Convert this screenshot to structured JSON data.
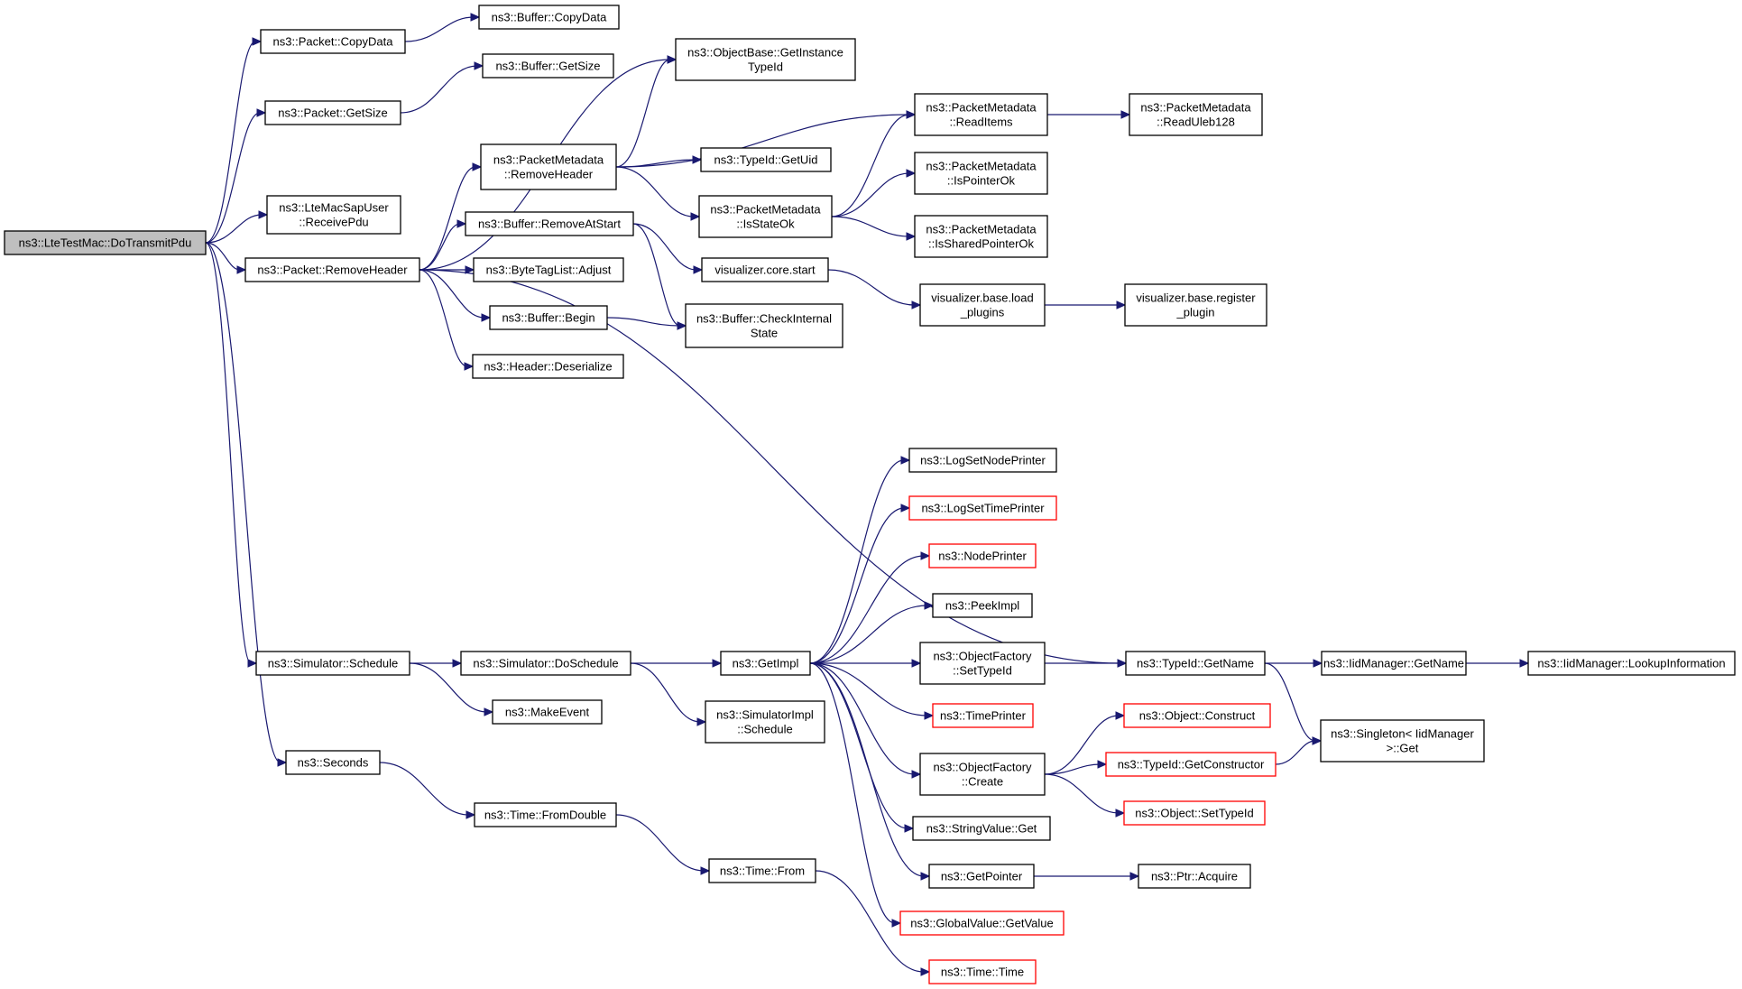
{
  "colors": {
    "edge": "#191970",
    "root_fill": "#bfbfbf",
    "node_fill": "#ffffff",
    "node_border": "#000000",
    "node_border_truncated": "#ff0000"
  },
  "nodes": [
    {
      "id": "root",
      "lines": [
        "ns3::LteTestMac::DoTransmitPdu"
      ],
      "style": "root"
    },
    {
      "id": "pkt_copydata",
      "lines": [
        "ns3::Packet::CopyData"
      ]
    },
    {
      "id": "buf_copydata",
      "lines": [
        "ns3::Buffer::CopyData"
      ]
    },
    {
      "id": "pkt_getsize",
      "lines": [
        "ns3::Packet::GetSize"
      ]
    },
    {
      "id": "buf_getsize",
      "lines": [
        "ns3::Buffer::GetSize"
      ]
    },
    {
      "id": "lte_receive",
      "lines": [
        "ns3::LteMacSapUser",
        "::ReceivePdu"
      ]
    },
    {
      "id": "pkt_removeheader",
      "lines": [
        "ns3::Packet::RemoveHeader"
      ]
    },
    {
      "id": "objbase_gettypeid",
      "lines": [
        "ns3::ObjectBase::GetInstance",
        "TypeId"
      ]
    },
    {
      "id": "pm_removeheader",
      "lines": [
        "ns3::PacketMetadata",
        "::RemoveHeader"
      ]
    },
    {
      "id": "typeid_getuid",
      "lines": [
        "ns3::TypeId::GetUid"
      ]
    },
    {
      "id": "pm_readitems",
      "lines": [
        "ns3::PacketMetadata",
        "::ReadItems"
      ]
    },
    {
      "id": "pm_readuleb",
      "lines": [
        "ns3::PacketMetadata",
        "::ReadUleb128"
      ]
    },
    {
      "id": "pm_ispointerok",
      "lines": [
        "ns3::PacketMetadata",
        "::IsPointerOk"
      ]
    },
    {
      "id": "pm_isstateok",
      "lines": [
        "ns3::PacketMetadata",
        "::IsStateOk"
      ]
    },
    {
      "id": "pm_issharedpointerok",
      "lines": [
        "ns3::PacketMetadata",
        "::IsSharedPointerOk"
      ]
    },
    {
      "id": "buf_removeatstart",
      "lines": [
        "ns3::Buffer::RemoveAtStart"
      ]
    },
    {
      "id": "vis_core_start",
      "lines": [
        "visualizer.core.start"
      ]
    },
    {
      "id": "vis_load_plugins",
      "lines": [
        "visualizer.base.load",
        "_plugins"
      ]
    },
    {
      "id": "vis_register_plugin",
      "lines": [
        "visualizer.base.register",
        "_plugin"
      ]
    },
    {
      "id": "bytetaglist_adjust",
      "lines": [
        "ns3::ByteTagList::Adjust"
      ]
    },
    {
      "id": "buf_begin",
      "lines": [
        "ns3::Buffer::Begin"
      ]
    },
    {
      "id": "buf_checkinternal",
      "lines": [
        "ns3::Buffer::CheckInternal",
        "State"
      ]
    },
    {
      "id": "header_deserialize",
      "lines": [
        "ns3::Header::Deserialize"
      ]
    },
    {
      "id": "log_setnodeprinter",
      "lines": [
        "ns3::LogSetNodePrinter"
      ]
    },
    {
      "id": "log_settimeprinter",
      "lines": [
        "ns3::LogSetTimePrinter"
      ],
      "style": "red"
    },
    {
      "id": "nodeprinter",
      "lines": [
        "ns3::NodePrinter"
      ],
      "style": "red"
    },
    {
      "id": "peekimpl",
      "lines": [
        "ns3::PeekImpl"
      ]
    },
    {
      "id": "sim_schedule",
      "lines": [
        "ns3::Simulator::Schedule"
      ]
    },
    {
      "id": "sim_doschedule",
      "lines": [
        "ns3::Simulator::DoSchedule"
      ]
    },
    {
      "id": "getimpl",
      "lines": [
        "ns3::GetImpl"
      ]
    },
    {
      "id": "objfactory_settypeid",
      "lines": [
        "ns3::ObjectFactory",
        "::SetTypeId"
      ]
    },
    {
      "id": "typeid_getname",
      "lines": [
        "ns3::TypeId::GetName"
      ]
    },
    {
      "id": "iidmgr_getname",
      "lines": [
        "ns3::IidManager::GetName"
      ]
    },
    {
      "id": "iidmgr_lookup",
      "lines": [
        "ns3::IidManager::LookupInformation"
      ]
    },
    {
      "id": "makeevent",
      "lines": [
        "ns3::MakeEvent"
      ]
    },
    {
      "id": "simimpl_schedule",
      "lines": [
        "ns3::SimulatorImpl",
        "::Schedule"
      ]
    },
    {
      "id": "timeprinter",
      "lines": [
        "ns3::TimePrinter"
      ],
      "style": "red"
    },
    {
      "id": "obj_construct",
      "lines": [
        "ns3::Object::Construct"
      ],
      "style": "red"
    },
    {
      "id": "singleton_get",
      "lines": [
        "ns3::Singleton< IidManager",
        " >::Get"
      ]
    },
    {
      "id": "objfactory_create",
      "lines": [
        "ns3::ObjectFactory",
        "::Create"
      ]
    },
    {
      "id": "typeid_getconstructor",
      "lines": [
        "ns3::TypeId::GetConstructor"
      ],
      "style": "red"
    },
    {
      "id": "obj_settypeid",
      "lines": [
        "ns3::Object::SetTypeId"
      ],
      "style": "red"
    },
    {
      "id": "seconds",
      "lines": [
        "ns3::Seconds"
      ]
    },
    {
      "id": "stringvalue_get",
      "lines": [
        "ns3::StringValue::Get"
      ]
    },
    {
      "id": "time_fromdouble",
      "lines": [
        "ns3::Time::FromDouble"
      ]
    },
    {
      "id": "getpointer",
      "lines": [
        "ns3::GetPointer"
      ]
    },
    {
      "id": "ptr_acquire",
      "lines": [
        "ns3::Ptr::Acquire"
      ]
    },
    {
      "id": "time_from",
      "lines": [
        "ns3::Time::From"
      ]
    },
    {
      "id": "globalvalue_getvalue",
      "lines": [
        "ns3::GlobalValue::GetValue"
      ],
      "style": "red"
    },
    {
      "id": "time_time",
      "lines": [
        "ns3::Time::Time"
      ],
      "style": "red"
    }
  ],
  "edges": [
    [
      "root",
      "pkt_copydata"
    ],
    [
      "root",
      "pkt_getsize"
    ],
    [
      "root",
      "lte_receive"
    ],
    [
      "root",
      "pkt_removeheader"
    ],
    [
      "root",
      "sim_schedule"
    ],
    [
      "root",
      "seconds"
    ],
    [
      "pkt_copydata",
      "buf_copydata"
    ],
    [
      "pkt_getsize",
      "buf_getsize"
    ],
    [
      "pkt_removeheader",
      "objbase_gettypeid"
    ],
    [
      "pkt_removeheader",
      "pm_removeheader"
    ],
    [
      "pkt_removeheader",
      "buf_removeatstart"
    ],
    [
      "pkt_removeheader",
      "bytetaglist_adjust"
    ],
    [
      "pkt_removeheader",
      "buf_begin"
    ],
    [
      "pkt_removeheader",
      "header_deserialize"
    ],
    [
      "pkt_removeheader",
      "typeid_getname"
    ],
    [
      "pm_removeheader",
      "objbase_gettypeid"
    ],
    [
      "pm_removeheader",
      "pm_readitems"
    ],
    [
      "pm_removeheader",
      "typeid_getuid"
    ],
    [
      "pm_removeheader",
      "pm_isstateok"
    ],
    [
      "pm_readitems",
      "pm_readuleb"
    ],
    [
      "pm_isstateok",
      "pm_readitems"
    ],
    [
      "pm_isstateok",
      "pm_ispointerok"
    ],
    [
      "pm_isstateok",
      "pm_issharedpointerok"
    ],
    [
      "buf_removeatstart",
      "vis_core_start"
    ],
    [
      "buf_removeatstart",
      "buf_checkinternal"
    ],
    [
      "vis_core_start",
      "vis_load_plugins"
    ],
    [
      "vis_load_plugins",
      "vis_register_plugin"
    ],
    [
      "buf_begin",
      "buf_checkinternal"
    ],
    [
      "sim_schedule",
      "sim_doschedule"
    ],
    [
      "sim_schedule",
      "makeevent"
    ],
    [
      "sim_doschedule",
      "getimpl"
    ],
    [
      "sim_doschedule",
      "simimpl_schedule"
    ],
    [
      "getimpl",
      "log_setnodeprinter"
    ],
    [
      "getimpl",
      "log_settimeprinter"
    ],
    [
      "getimpl",
      "nodeprinter"
    ],
    [
      "getimpl",
      "peekimpl"
    ],
    [
      "getimpl",
      "objfactory_settypeid"
    ],
    [
      "getimpl",
      "timeprinter"
    ],
    [
      "getimpl",
      "objfactory_create"
    ],
    [
      "getimpl",
      "stringvalue_get"
    ],
    [
      "getimpl",
      "getpointer"
    ],
    [
      "getimpl",
      "globalvalue_getvalue"
    ],
    [
      "objfactory_settypeid",
      "typeid_getname"
    ],
    [
      "typeid_getname",
      "iidmgr_getname"
    ],
    [
      "typeid_getname",
      "singleton_get"
    ],
    [
      "iidmgr_getname",
      "iidmgr_lookup"
    ],
    [
      "objfactory_create",
      "obj_construct"
    ],
    [
      "objfactory_create",
      "typeid_getconstructor"
    ],
    [
      "objfactory_create",
      "obj_settypeid"
    ],
    [
      "typeid_getconstructor",
      "singleton_get"
    ],
    [
      "getpointer",
      "ptr_acquire"
    ],
    [
      "seconds",
      "time_fromdouble"
    ],
    [
      "time_fromdouble",
      "time_from"
    ],
    [
      "time_from",
      "time_time"
    ]
  ]
}
